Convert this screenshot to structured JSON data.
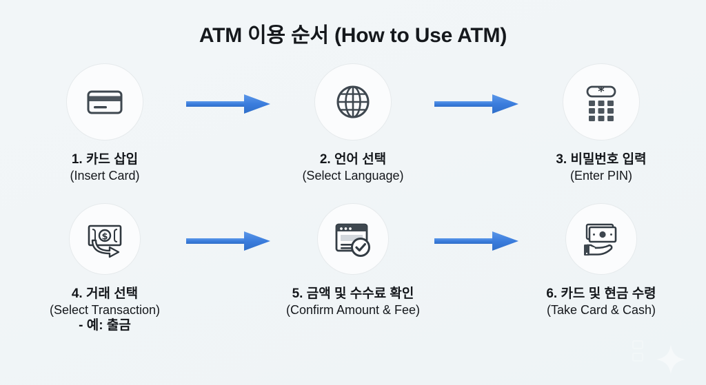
{
  "title": "ATM 이용 순서 (How to Use ATM)",
  "theme": {
    "background": "#f1f5f7",
    "text_color": "#14171b",
    "arrow_color": "#3b7ddd",
    "icon_color": "#3e474f",
    "circle_fill": "#fbfcfd",
    "circle_border": "#e6eaec"
  },
  "steps": [
    {
      "number": "1",
      "icon": "credit-card-icon",
      "ko": "1. 카드 삽입",
      "en": "(Insert Card)",
      "extra": ""
    },
    {
      "number": "2",
      "icon": "globe-icon",
      "ko": "2. 언어 선택",
      "en": "(Select Language)",
      "extra": ""
    },
    {
      "number": "3",
      "icon": "pin-keypad-icon",
      "ko": "3. 비밀번호 입력",
      "en": "(Enter PIN)",
      "extra": ""
    },
    {
      "number": "4",
      "icon": "cash-transaction-icon",
      "ko": "4. 거래 선택",
      "en": "(Select Transaction)",
      "extra": "- 예: 출금"
    },
    {
      "number": "5",
      "icon": "confirm-receipt-icon",
      "ko": "5. 금액 및 수수료 확인",
      "en": "(Confirm Amount & Fee)",
      "extra": ""
    },
    {
      "number": "6",
      "icon": "hand-cash-icon",
      "ko": "6. 카드 및 현금 수령",
      "en": "(Take Card & Cash)",
      "extra": ""
    }
  ],
  "arrows": [
    {
      "name": "arrow-step1-to-step2",
      "direction": "right"
    },
    {
      "name": "arrow-step2-to-step3",
      "direction": "right"
    },
    {
      "name": "arrow-step4-to-step5",
      "direction": "right"
    },
    {
      "name": "arrow-step5-to-step6",
      "direction": "right"
    }
  ],
  "watermark": "sparkle-icon"
}
